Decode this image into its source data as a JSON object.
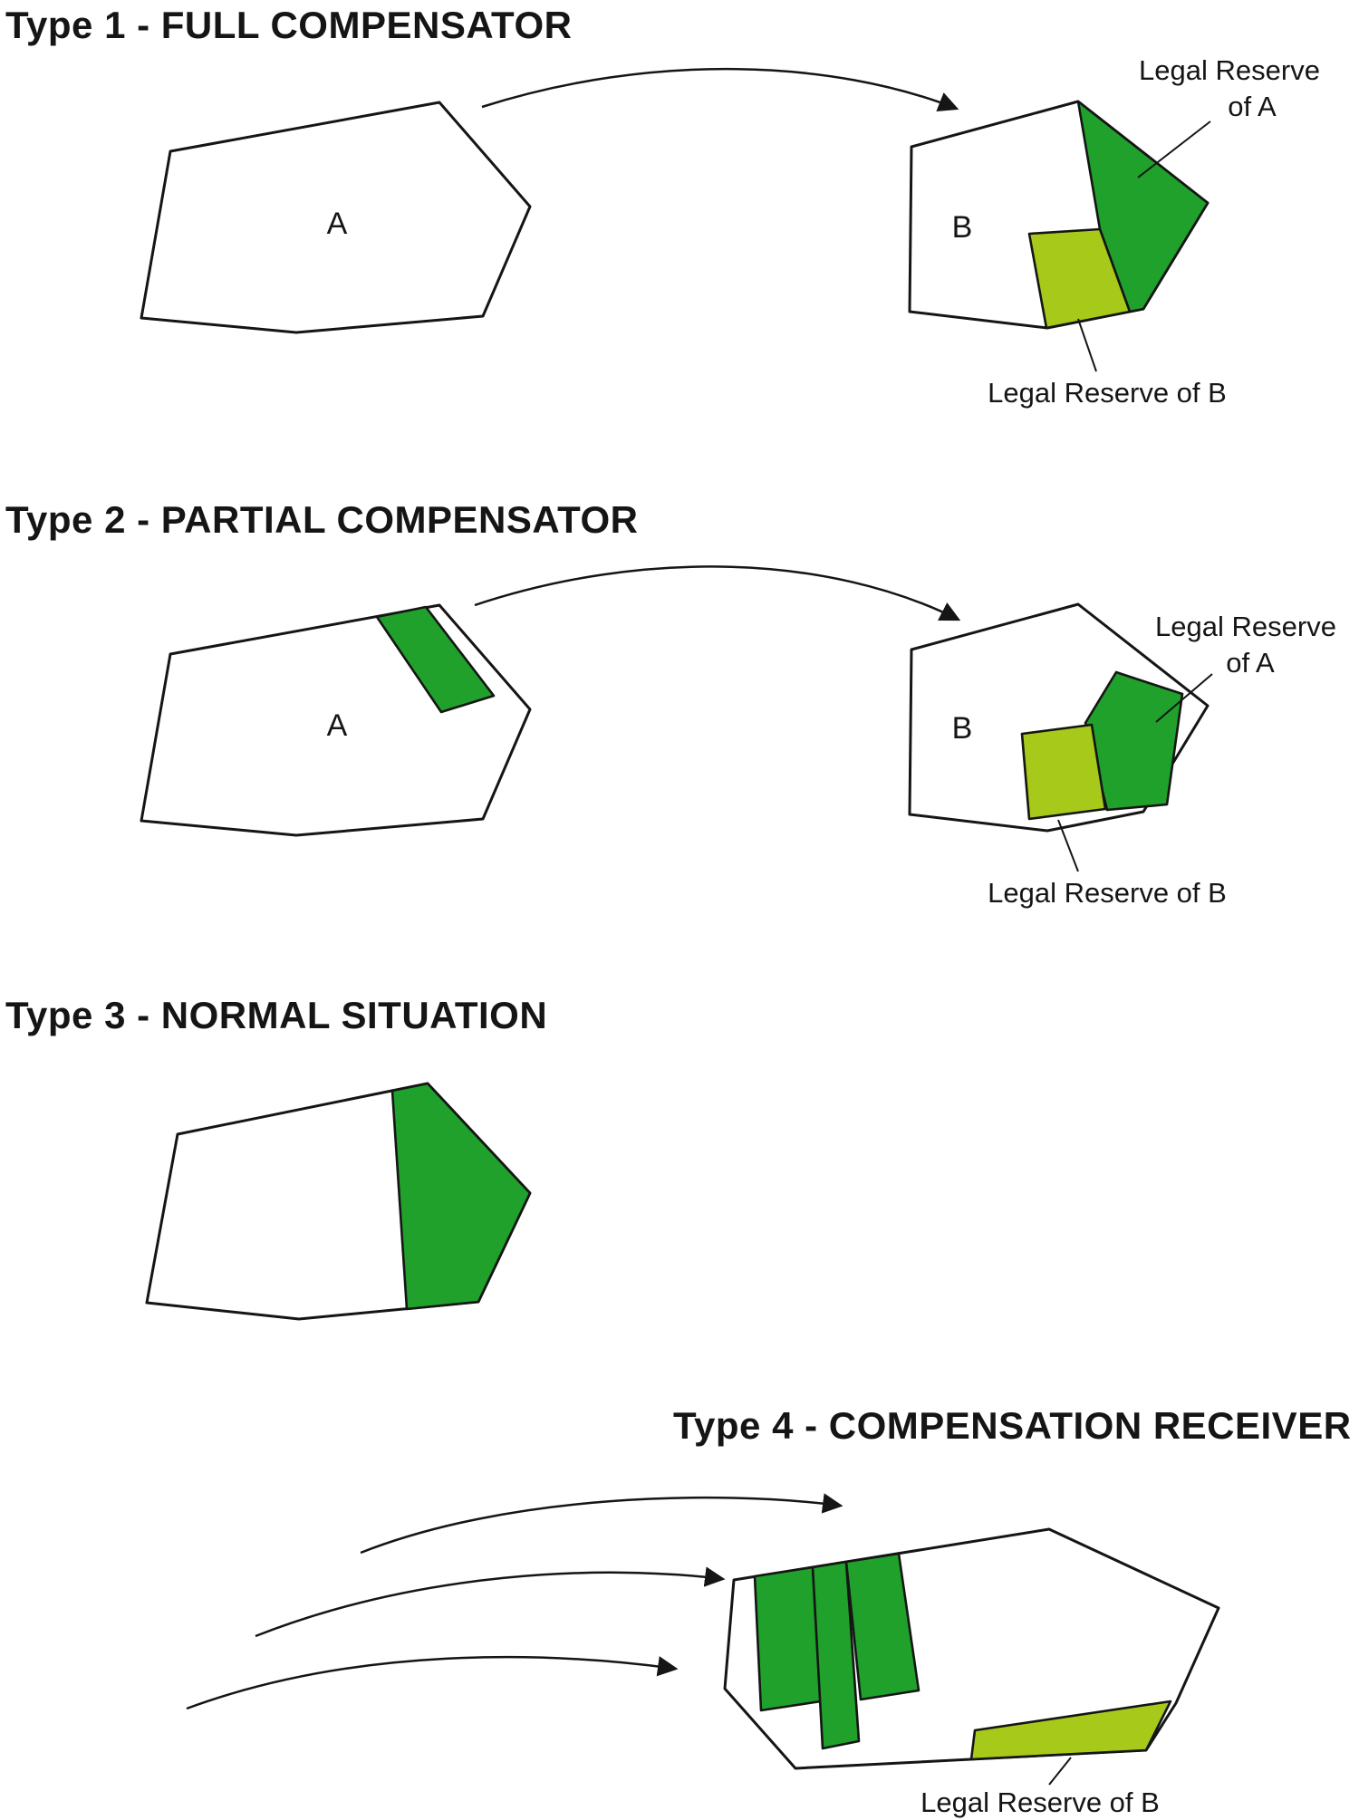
{
  "page": {
    "background": "#ffffff"
  },
  "diagram": {
    "colors": {
      "reserve_of_a": "#1fa12b",
      "reserve_of_b": "#a7ca1a",
      "line": "#151515"
    },
    "type1": {
      "title": "Type 1 - FULL COMPENSATOR",
      "parcel_a_label": "A",
      "parcel_b_label": "B",
      "reserve_a_label_line1": "Legal Reserve",
      "reserve_a_label_line2": "of A",
      "reserve_b_label": "Legal Reserve of B"
    },
    "type2": {
      "title": "Type 2 - PARTIAL COMPENSATOR",
      "parcel_a_label": "A",
      "parcel_b_label": "B",
      "reserve_a_label_line1": "Legal Reserve",
      "reserve_a_label_line2": "of A",
      "reserve_b_label": "Legal Reserve of B"
    },
    "type3": {
      "title": "Type 3 - NORMAL SITUATION"
    },
    "type4": {
      "title": "Type 4 - COMPENSATION RECEIVER",
      "reserve_b_label": "Legal Reserve of B"
    }
  }
}
